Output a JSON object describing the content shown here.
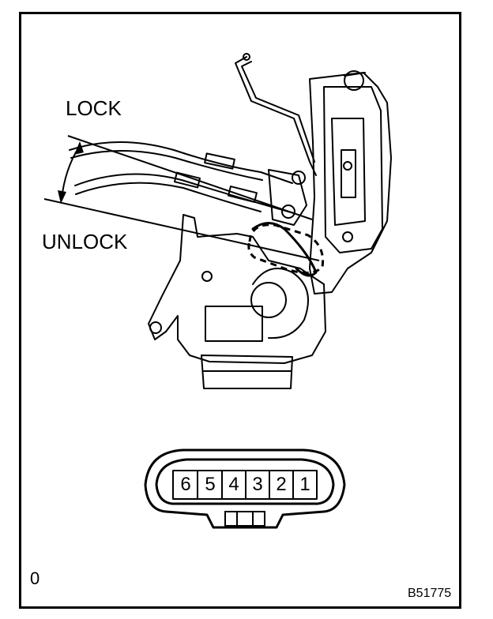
{
  "labels": {
    "lock": "LOCK",
    "unlock": "UNLOCK",
    "corner_mark": "0",
    "figure_code": "B51775"
  },
  "connector": {
    "pins": [
      "6",
      "5",
      "4",
      "3",
      "2",
      "1"
    ]
  }
}
